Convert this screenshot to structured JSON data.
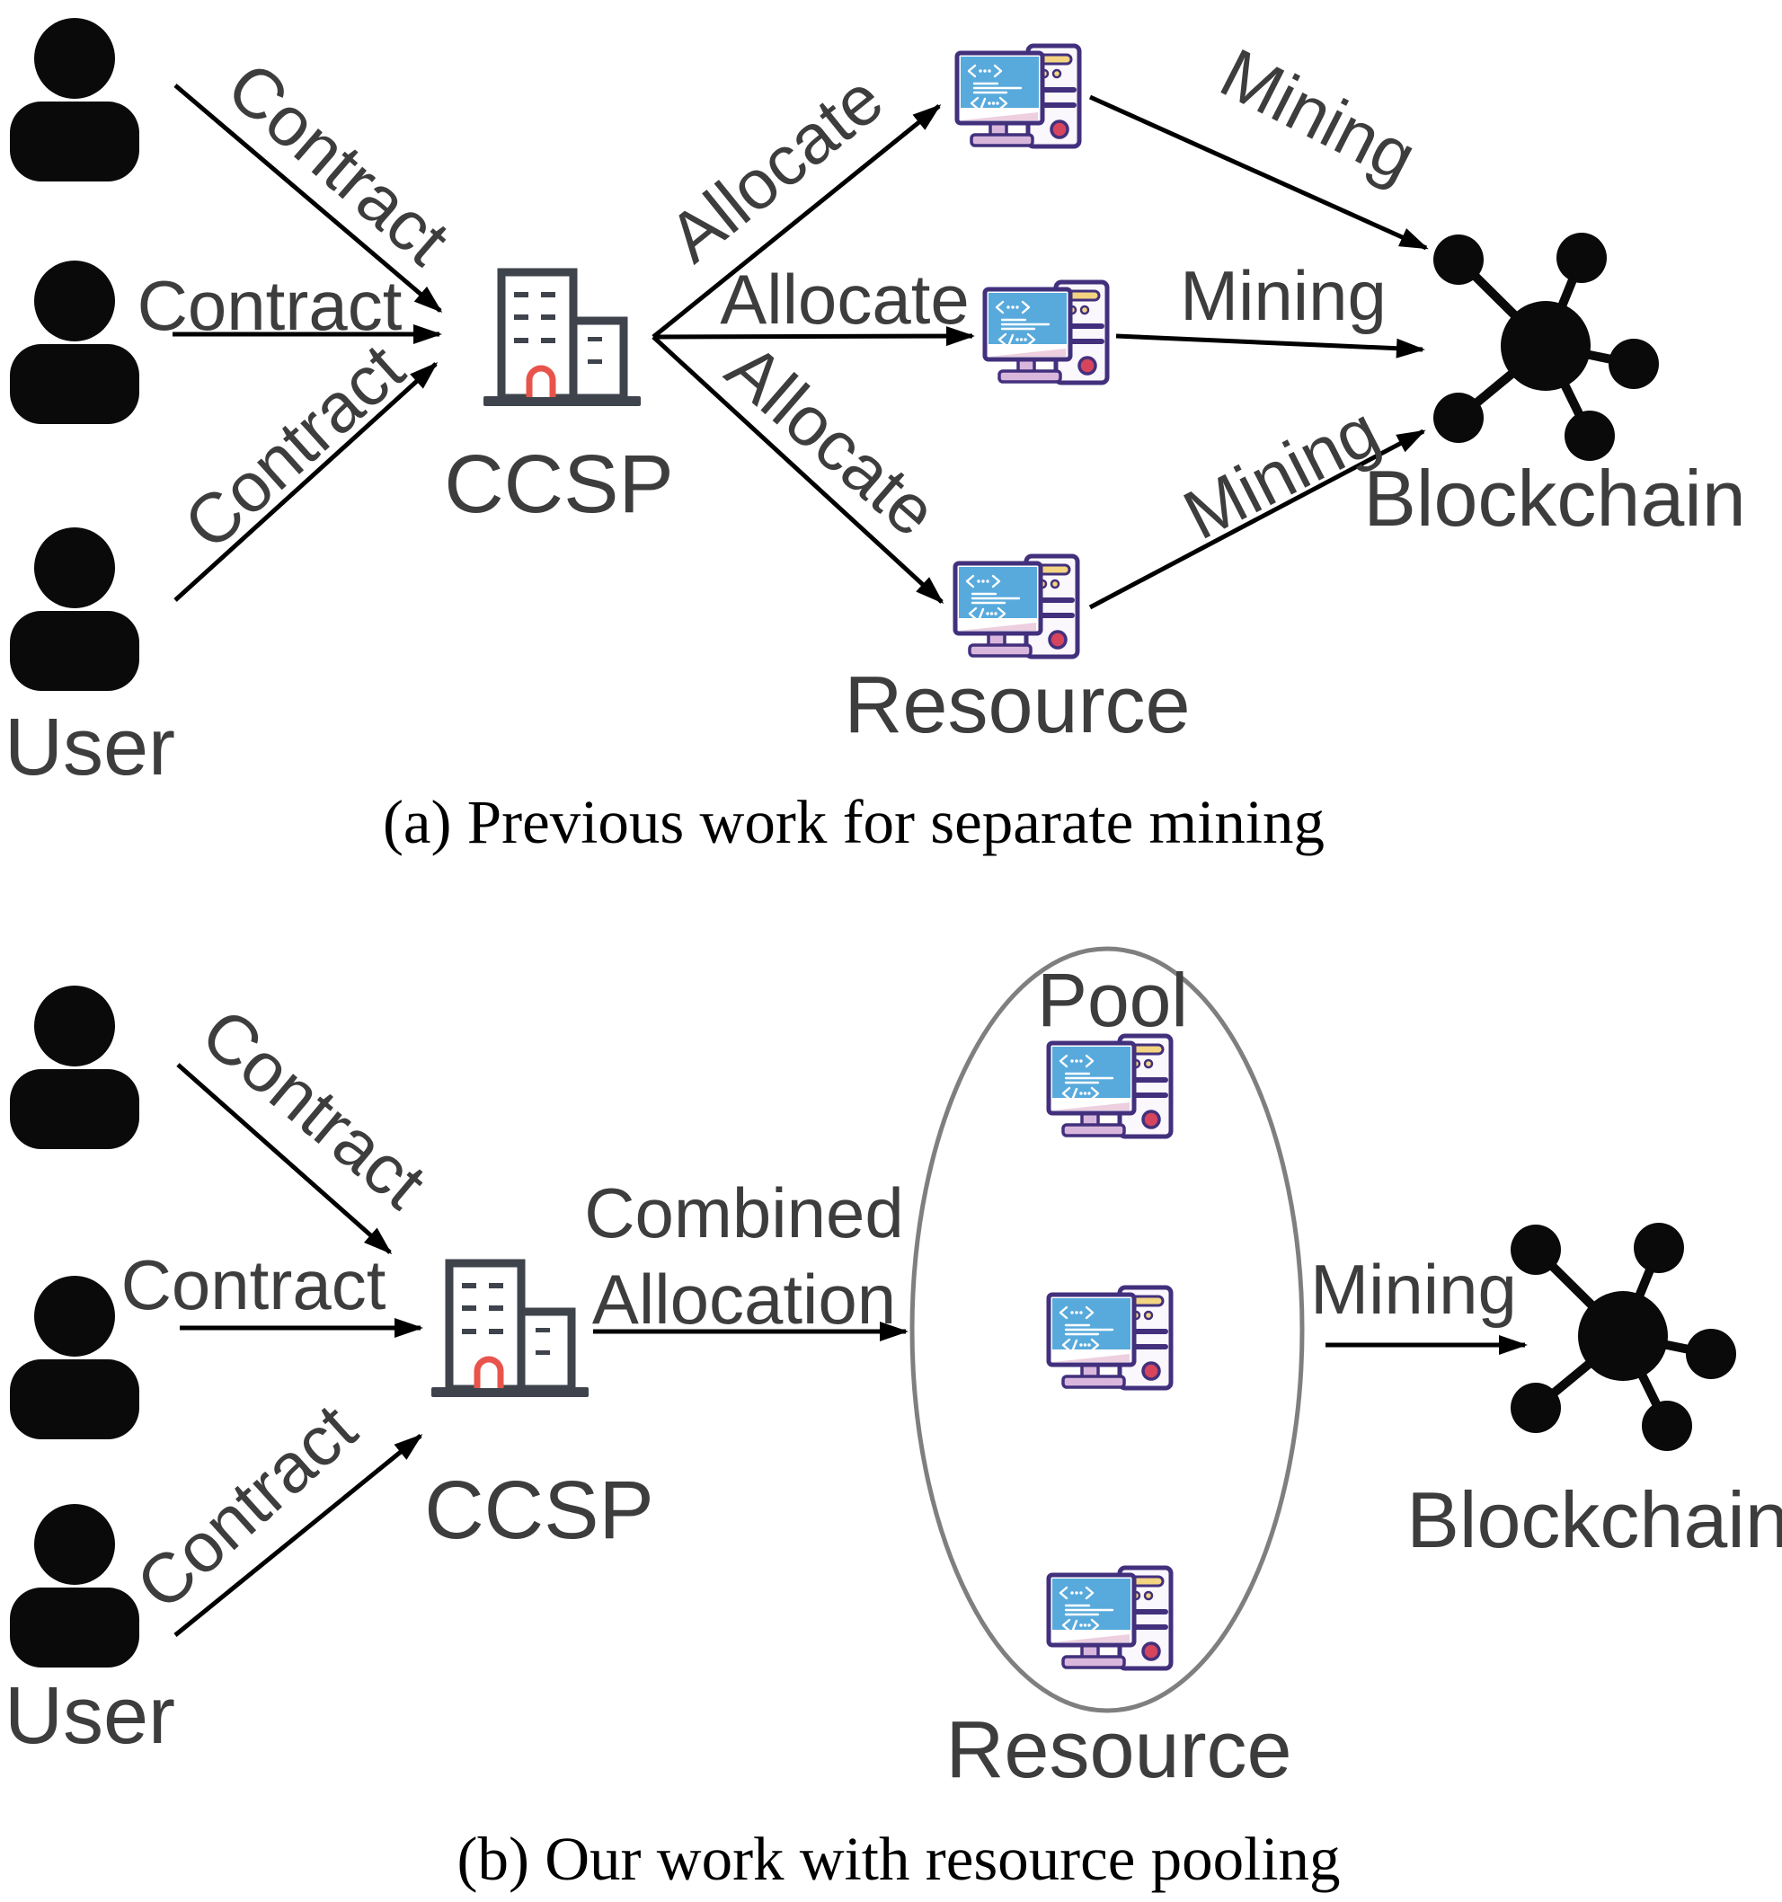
{
  "figure": {
    "a": {
      "caption": "(a) Previous work for separate mining",
      "user": "User",
      "ccsp": "CCSP",
      "resource": "Resource",
      "blockchain": "Blockchain",
      "contract": [
        "Contract",
        "Contract",
        "Contract"
      ],
      "allocate": [
        "Allocate",
        "Allocate",
        "Allocate"
      ],
      "mining": [
        "Mining",
        "Mining",
        "Mining"
      ]
    },
    "b": {
      "caption": "(b) Our work with resource pooling",
      "user": "User",
      "ccsp": "CCSP",
      "pool": "Pool",
      "resource": "Resource",
      "blockchain": "Blockchain",
      "contract": [
        "Contract",
        "Contract",
        "Contract"
      ],
      "combined_allocation": [
        "Combined",
        "Allocation"
      ],
      "mining": "Mining"
    },
    "colors": {
      "label_gray": "#3d3d3d",
      "arrow_black": "#000000",
      "person_black": "#0a0a0a",
      "building_outline": "#3e434c",
      "door_red": "#e8544b",
      "pool_ellipse_gray": "#7f7f7f",
      "screen_blue": "#58aadc",
      "device_outline": "#42307d",
      "device_pink": "#d9b7dd",
      "device_yellow": "#f3d481",
      "power_button_red": "#d6455d"
    }
  }
}
